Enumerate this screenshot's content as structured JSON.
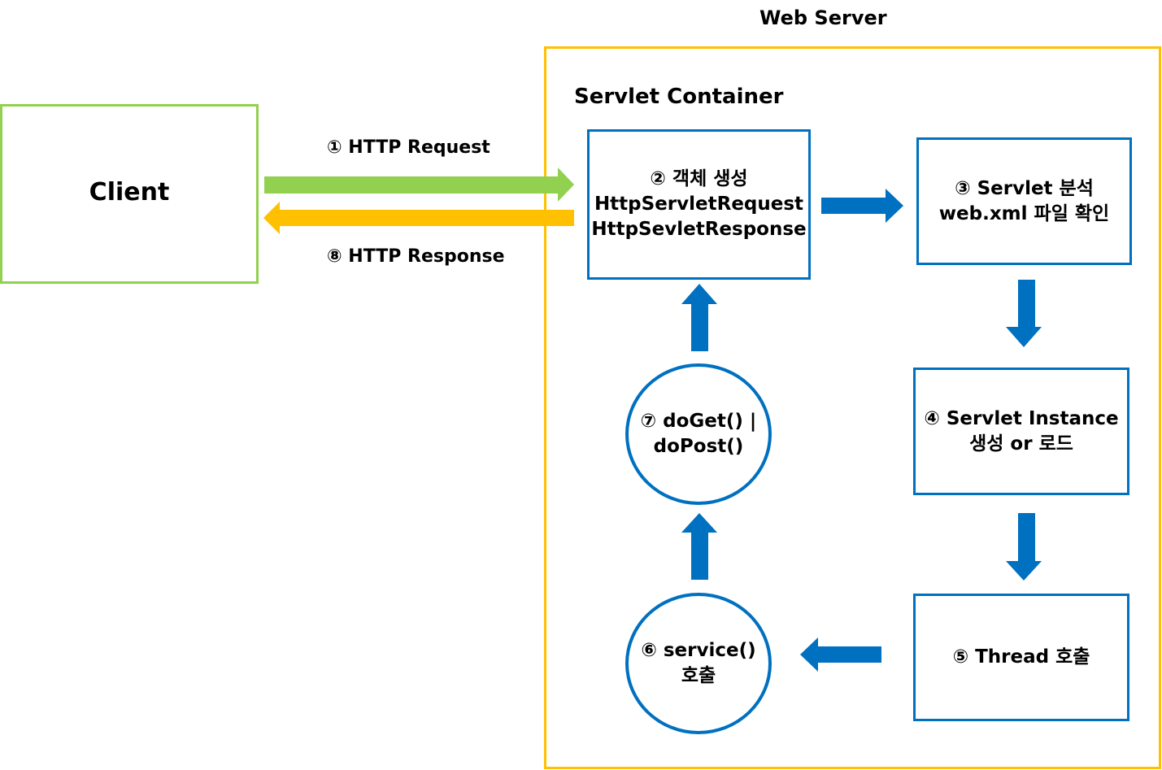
{
  "web_server": {
    "title": "Web Server"
  },
  "client": {
    "label": "Client"
  },
  "container": {
    "title": "Servlet Container"
  },
  "arrows_text": {
    "request": "① HTTP Request",
    "response": "⑧ HTTP Response"
  },
  "steps": {
    "s2": {
      "line1": "② 객체 생성",
      "line2": "HttpServletRequest",
      "line3": "HttpSevletResponse"
    },
    "s3": {
      "line1": "③ Servlet 분석",
      "line2": "web.xml 파일 확인"
    },
    "s4": {
      "line1": "④ Servlet Instance",
      "line2": "생성 or 로드"
    },
    "s5": {
      "line1": "⑤ Thread 호출"
    },
    "s6": {
      "line1": "⑥ service()",
      "line2": "호출"
    },
    "s7": {
      "line1": "⑦ doGet() |",
      "line2": "doPost()"
    }
  },
  "colors": {
    "client_border": "#92d050",
    "server_border": "#ffc000",
    "flow_blue": "#0070c0",
    "request_arrow": "#92d050",
    "response_arrow": "#ffc000"
  }
}
